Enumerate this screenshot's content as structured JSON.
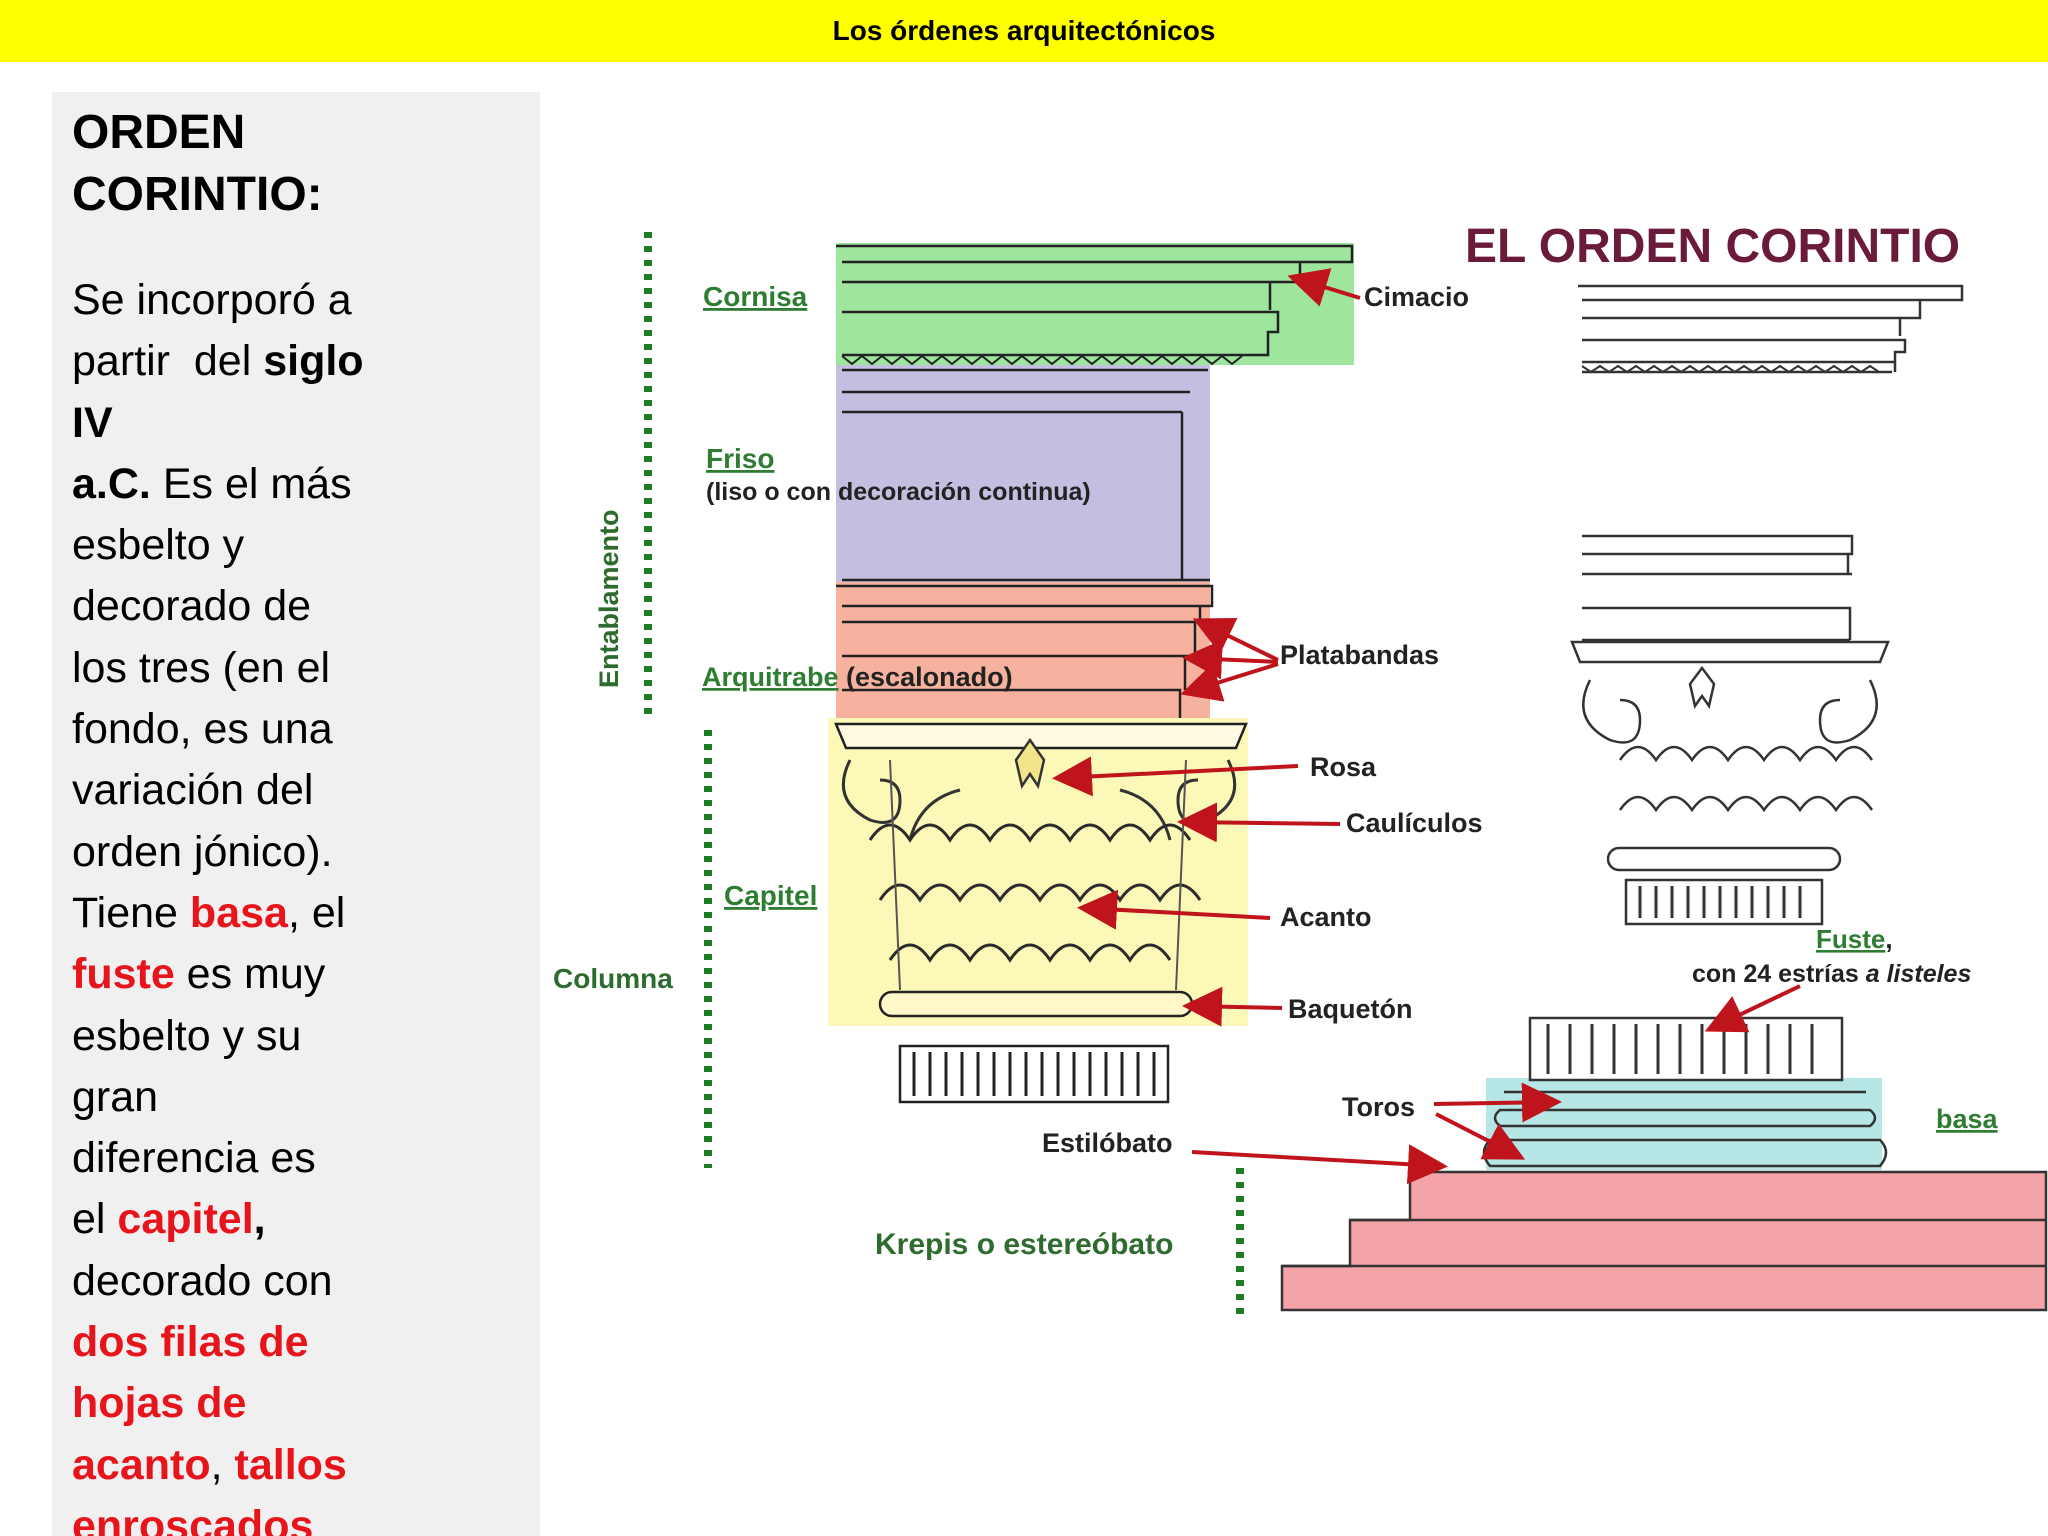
{
  "header": {
    "title": "Los órdenes arquitectónicos"
  },
  "sidebar": {
    "heading_line1": "ORDEN",
    "heading_line2": "CORINTIO:",
    "text": {
      "p1": "Se incorporó a",
      "p2": "partir  del ",
      "p3": "siglo",
      "p4": "IV",
      "p5": "a.C.",
      "p6": " Es el más",
      "p7": "esbelto y",
      "p8": "decorado de",
      "p9": "los tres (en el",
      "p10": "fondo, es una",
      "p11": "variación del",
      "p12": "orden jónico).",
      "p13": "Tiene ",
      "p14": "basa",
      "p15": ", el",
      "p16": "fuste",
      "p17": " es muy",
      "p18": "esbelto y su",
      "p19": "gran",
      "p20": "diferencia es",
      "p21": "el ",
      "p22": "capitel",
      "p23": ",",
      "p24": "decorado con",
      "p25": "dos filas de",
      "p26": "hojas de",
      "p27": "acanto",
      "p28": ", ",
      "p29": "tallos",
      "p30": "enroscados"
    }
  },
  "diagram": {
    "title": "EL ORDEN CORINTIO",
    "labels": {
      "entablamento": "Entablamento",
      "cornisa": "Cornisa",
      "friso": "Friso",
      "friso_note": "(liso o con decoración continua)",
      "arquitrabe": "Arquitrabe",
      "arquitrabe_note": " (escalonado)",
      "cimacio": "Cimacio",
      "platabandas": "Platabandas",
      "rosa": "Rosa",
      "caulicules": "Caulículos",
      "capitel": "Capitel",
      "acanto": "Acanto",
      "columna": "Columna",
      "baqueton": "Baquetón",
      "fuste": "Fuste",
      "fuste_note_a": "con 24 estrías ",
      "fuste_note_b": "a listeles",
      "toros": "Toros",
      "basa": "basa",
      "estilobato": "Estilóbato",
      "krepis": "Krepis o estereóbato"
    },
    "colors": {
      "cornisa": "#9ee59e",
      "friso": "#c6bee0",
      "arquitrabe": "#f7b29f",
      "capitel": "#fcf9b8",
      "basa": "#b7e6e6",
      "krepis": "#f4a3a7",
      "green_label": "#2e7d32",
      "arrow": "#c0141c",
      "title": "#6a1a3a"
    }
  }
}
